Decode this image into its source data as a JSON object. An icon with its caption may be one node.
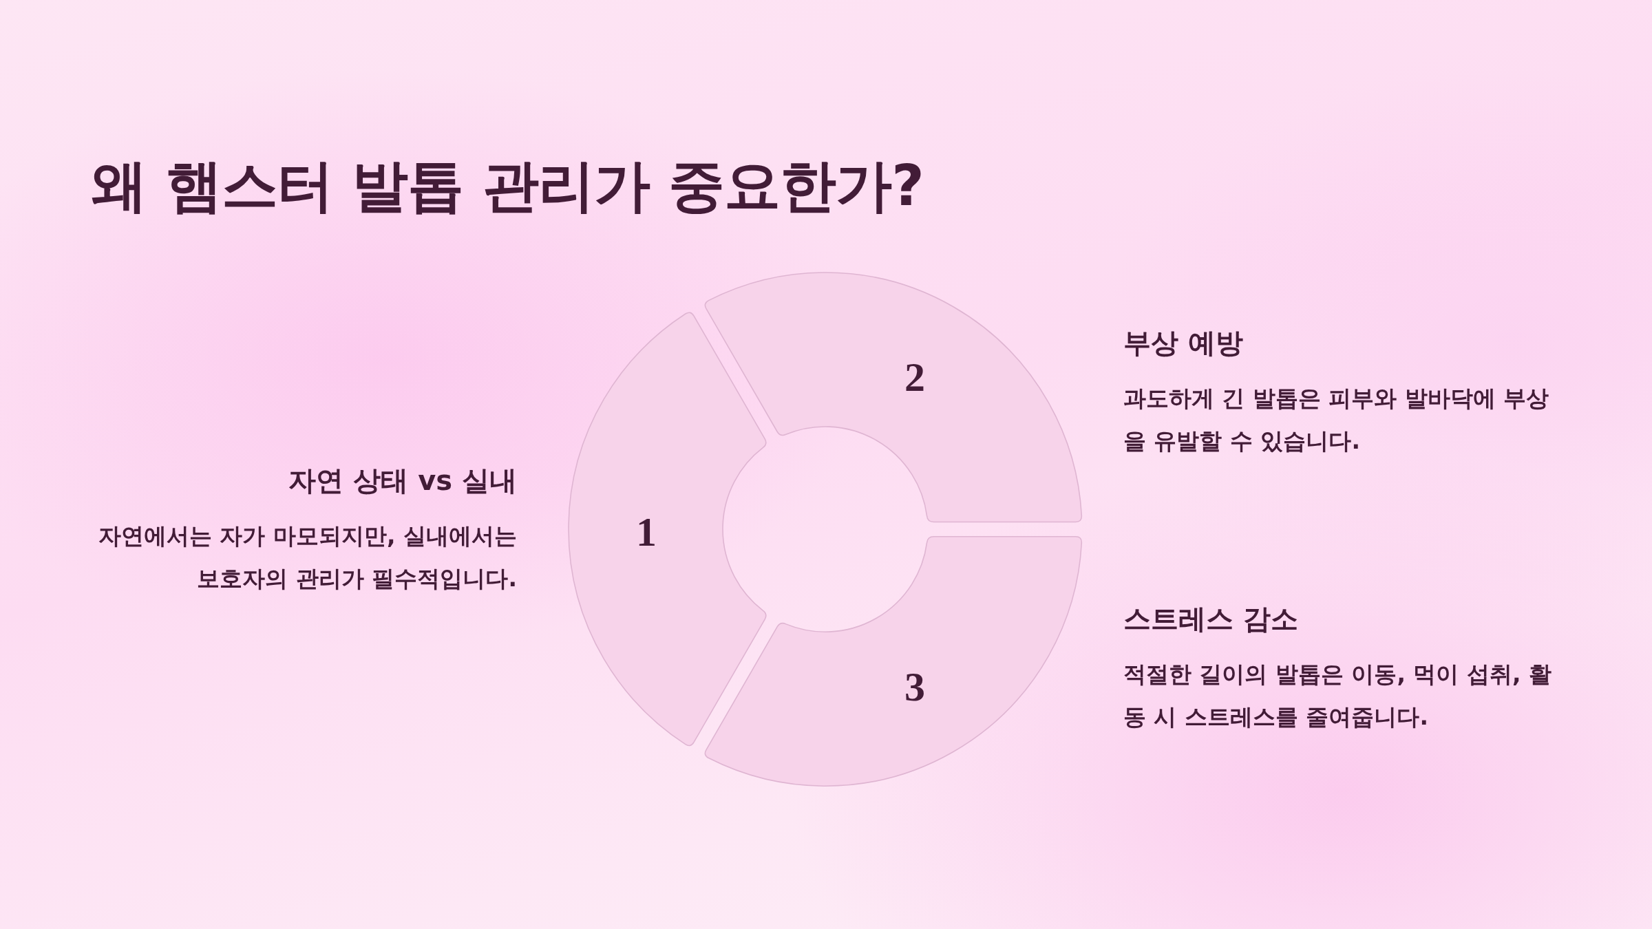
{
  "diagram": {
    "title": "왜 햄스터 발톱 관리가 중요한가?",
    "nodes": [
      {
        "text": [
          "1"
        ],
        "beside": [
          "자연 상태 vs 실내",
          "자연에서는 자가 마모되지만, 실내에서는 보호자의 관리가 필수적입니다."
        ]
      },
      {
        "text": [
          "2"
        ],
        "beside": [
          "부상 예방",
          "과도하게 긴 발톱은 피부와 발바닥에 부상을 유발할 수 있습니다."
        ]
      },
      {
        "text": [
          "3"
        ],
        "beside": [
          "스트레스 감소",
          "적절한 길이의 발톱은 이동, 먹이 섭취, 활동 시 스트레스를 줄여줍니다."
        ]
      }
    ]
  }
}
